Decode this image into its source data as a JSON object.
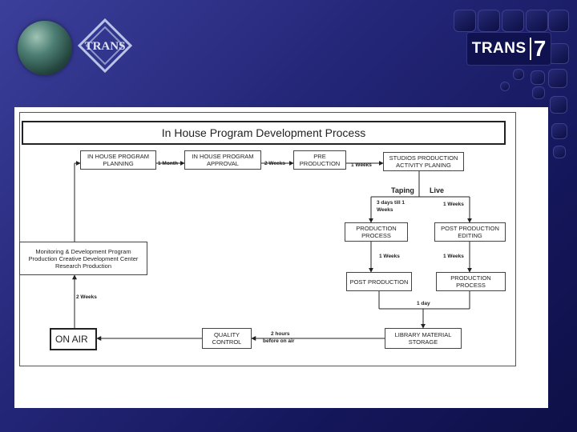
{
  "header": {
    "brand_trans": "TRANS",
    "brand_number": "7",
    "small_logo_text": "TRANS"
  },
  "diagram": {
    "title": "In House Program Development Process",
    "boxes": {
      "in_house_planning": "IN HOUSE PROGRAM PLANNING",
      "in_house_approval": "IN HOUSE PROGRAM APPROVAL",
      "pre_production": "PRE PRODUCTION",
      "studios_activity": "STUDIOS PRODUCTION ACTIVITY PLANING",
      "production_process_left": "PRODUCTION PROCESS",
      "post_production_editing": "POST PRODUCTION EDITING",
      "post_production": "POST PRODUCTION",
      "production_process_right": "PRODUCTION PROCESS",
      "library": "LIBRARY MATERIAL STORAGE",
      "quality_control": "QUALITY CONTROL",
      "on_air": "ON AIR",
      "monitoring": "Monitoring & Development Program Production Creative Development Center Research Production"
    },
    "labels": {
      "one_month": "1 Month",
      "two_weeks_a": "2 Weeks",
      "one_weeks_a": "1 Weeks",
      "taping": "Taping",
      "live": "Live",
      "three_days_line1": "3 days till 1",
      "three_days_line2": "Weeks",
      "one_weeks_b": "1 Weeks",
      "one_weeks_c": "1 Weeks",
      "one_weeks_d": "1 Weeks",
      "one_day": "1 day",
      "two_hours_line1": "2 hours",
      "two_hours_line2": "before on air",
      "two_weeks_b": "2 Weeks"
    }
  }
}
